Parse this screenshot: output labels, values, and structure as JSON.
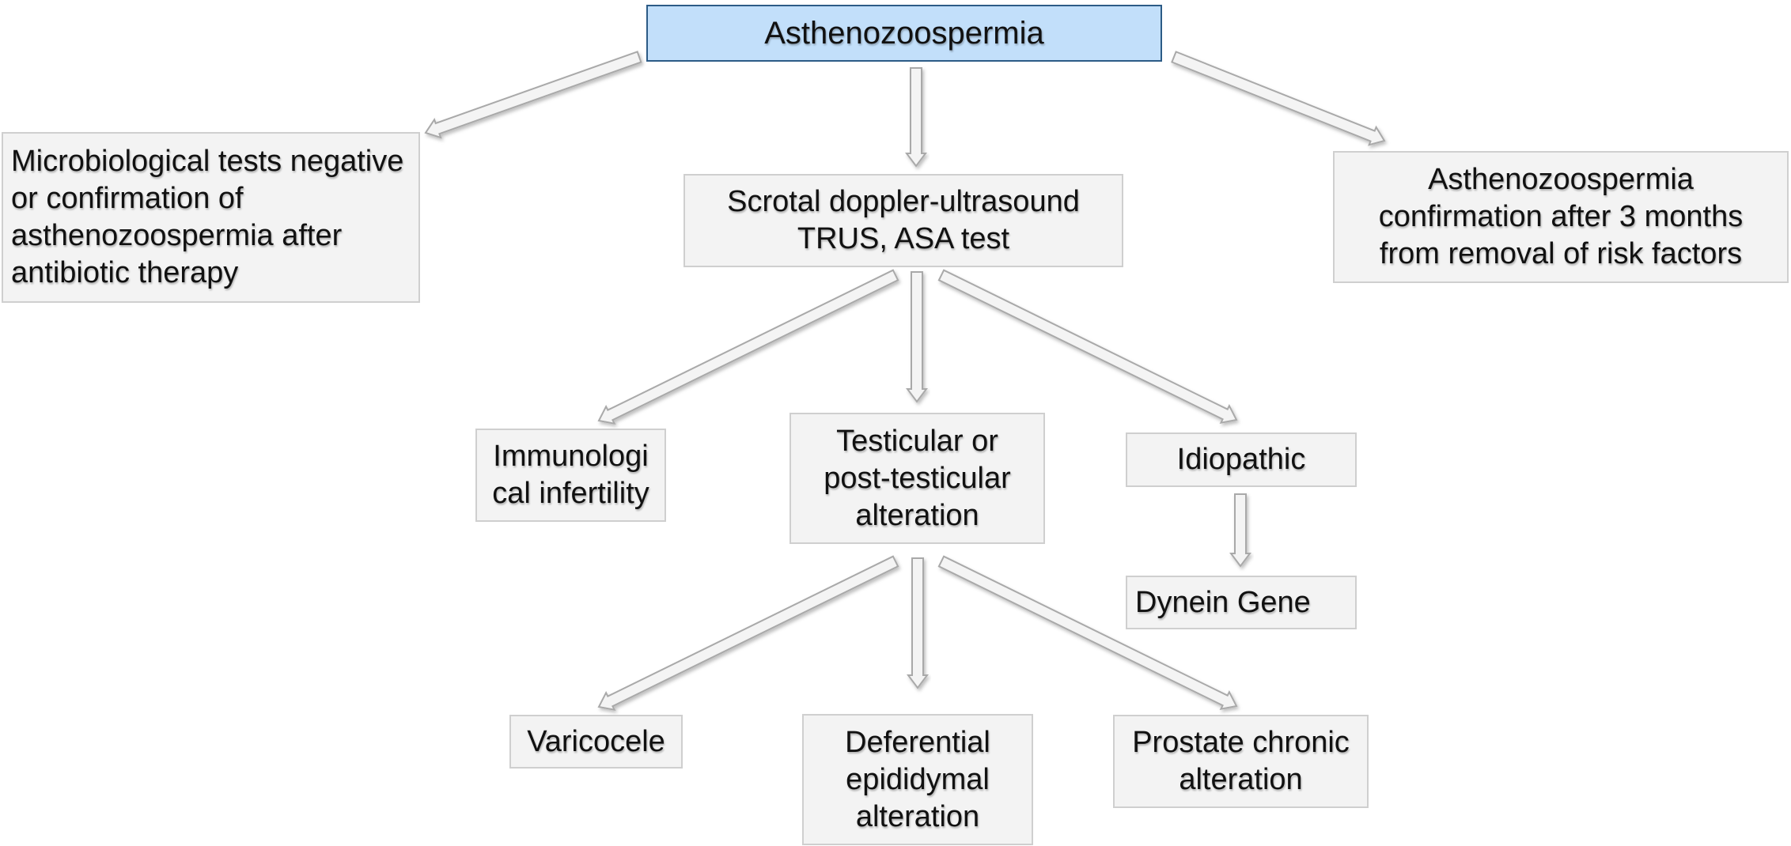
{
  "diagram": {
    "root": "Asthenozoospermia",
    "left_outcome": "Microbiological tests negative or confirmation of asthenozoospermia after antibiotic therapy",
    "right_outcome": "Asthenozoospermia confirmation after 3 months from removal of risk factors",
    "exam": "Scrotal doppler-ultrasound TRUS, ASA test",
    "immunological": "Immunologi cal infertility",
    "testicular": "Testicular or post-testicular alteration",
    "idiopathic": "Idiopathic",
    "dynein": "Dynein Gene",
    "varicocele": "Varicocele",
    "deferential": "Deferential epididymal alteration",
    "prostate": "Prostate chronic alteration"
  },
  "colors": {
    "root_fill": "#c2dffa",
    "root_border": "#2c5b86",
    "box_fill": "#f3f3f3",
    "box_border": "#cfcfcf",
    "arrow_fill": "#f4f4f4",
    "arrow_stroke": "#a9a9a9"
  }
}
